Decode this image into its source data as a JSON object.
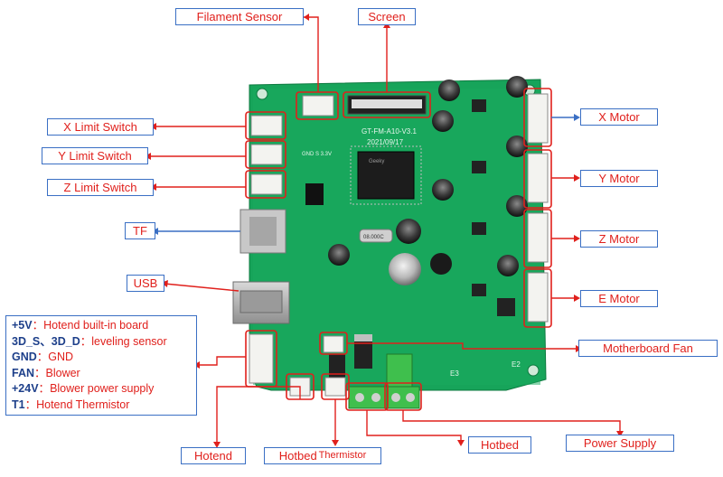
{
  "labels": {
    "filament_sensor": "Filament Sensor",
    "screen": "Screen",
    "x_limit": "X Limit Switch",
    "y_limit": "Y Limit Switch",
    "z_limit": "Z Limit Switch",
    "tf": "TF",
    "usb": "USB",
    "x_motor": "X Motor",
    "y_motor": "Y Motor",
    "z_motor": "Z Motor",
    "e_motor": "E Motor",
    "motherboard_fan": "Motherboard Fan",
    "hotend": "Hotend",
    "hotbed_thermistor_main": "Hotbed",
    "hotbed_thermistor_small": "Thermistor",
    "hotbed": "Hotbed",
    "power_supply": "Power Supply"
  },
  "legend": [
    {
      "key": "+5V",
      "sep": "：",
      "value": "Hotend built-in board"
    },
    {
      "key": "3D_S、3D_D",
      "sep": "：",
      "value": "leveling sensor"
    },
    {
      "key": "GND",
      "sep": "：",
      "value": "GND"
    },
    {
      "key": "FAN",
      "sep": "：",
      "value": "Blower"
    },
    {
      "key": "+24V",
      "sep": "：",
      "value": "Blower power supply"
    },
    {
      "key": "T1",
      "sep": "：",
      "value": "Hotend Thermistor"
    }
  ],
  "board": {
    "model": "GT-FM-A10-V3.1",
    "date": "2021/09/17",
    "chip_brand": "Geeky",
    "crystal": "08.000C",
    "silk_gnd": "GND S 3.3V",
    "silk_e2": "E2",
    "silk_e3": "E3"
  },
  "colors": {
    "board_green": "#17a45a",
    "label_red": "#e0201c",
    "border_blue": "#3a6fc4",
    "leader_red": "#e0201c",
    "leader_blue": "#3a6fc4"
  }
}
